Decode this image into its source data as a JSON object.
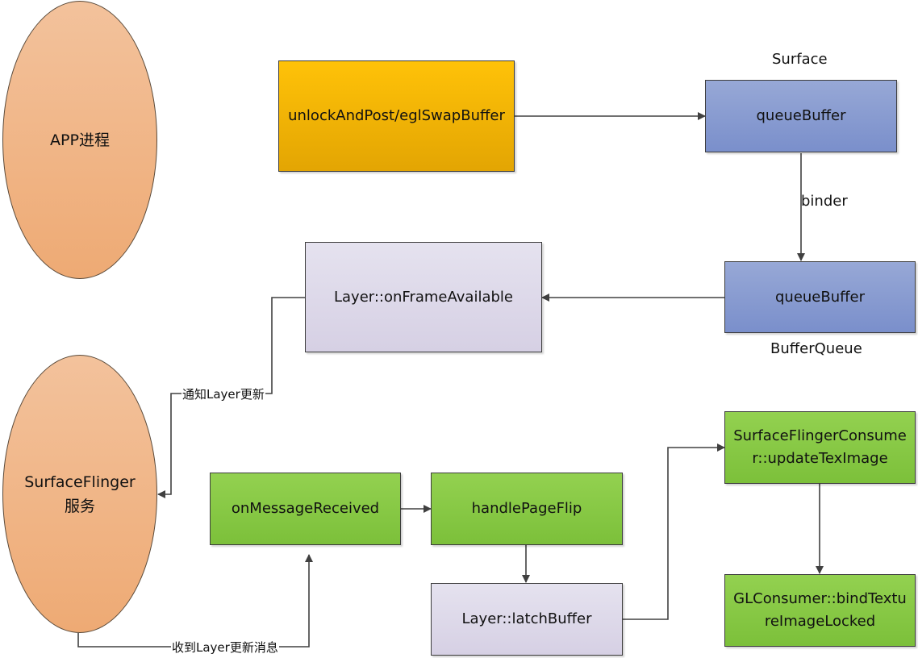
{
  "nodes": {
    "app_process": "APP进程",
    "surfaceflinger_line1": "SurfaceFlinger",
    "surfaceflinger_line2": "服务",
    "unlock_and_post": "unlockAndPost/eglSwapBuffer",
    "surface_queue_buffer": "queueBuffer",
    "bufferqueue_queue_buffer": "queueBuffer",
    "layer_on_frame_available": "Layer::onFrameAvailable",
    "on_message_received": "onMessageReceived",
    "handle_page_flip": "handlePageFlip",
    "layer_latch_buffer": "Layer::latchBuffer",
    "sf_consumer_update_tex_image": "SurfaceFlingerConsumer::updateTexImage",
    "gl_consumer_bind_texture": "GLConsumer::bindTextureImageLocked"
  },
  "labels": {
    "surface": "Surface",
    "buffer_queue": "BufferQueue",
    "binder": "binder",
    "notify_layer_update": "通知Layer更新",
    "received_layer_update_msg": "收到Layer更新消息"
  },
  "colors": {
    "orange": "#f5b400",
    "blue": "#8a9dd1",
    "lavender": "#dedaea",
    "green": "#88c946",
    "ellipse": "#f0b585",
    "line": "#404040"
  }
}
